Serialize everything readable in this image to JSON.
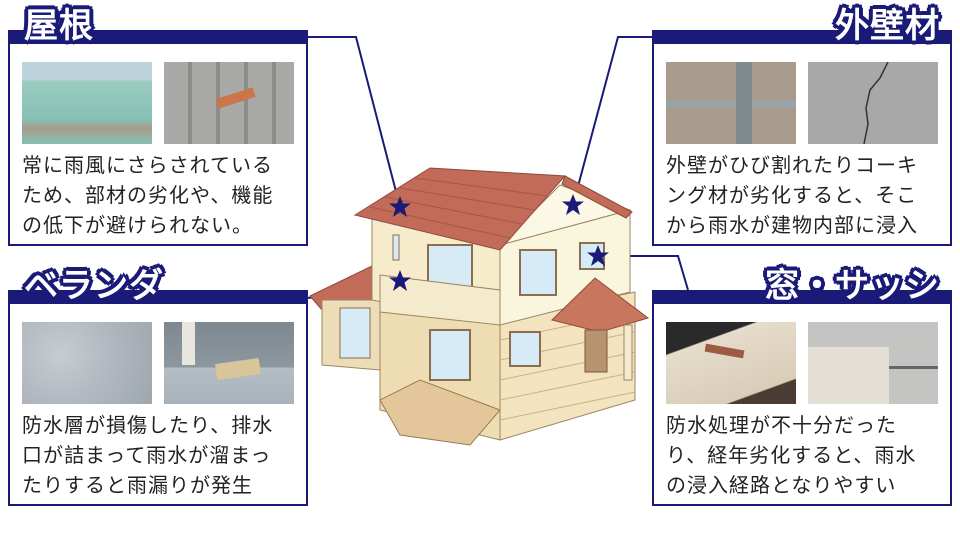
{
  "panels": {
    "roof": {
      "title": "屋根",
      "photo_1": "roof-damaged-slate-photo",
      "photo_2": "roof-broken-tile-photo",
      "lines": [
        "常に雨風にさらされている",
        "ため、部材の劣化や、機能",
        "の低下が避けられない。"
      ]
    },
    "wall": {
      "title": "外壁材",
      "photo_1": "wall-caulking-joint-photo",
      "photo_2": "wall-crack-photo",
      "lines": [
        "外壁がひび割れたりコーキ",
        "ング材が劣化すると、そこ",
        "から雨水が建物内部に浸入"
      ]
    },
    "veranda": {
      "title": "ベランダ",
      "photo_1": "veranda-peeling-waterproof-photo",
      "photo_2": "veranda-drain-photo",
      "lines": [
        "防水層が損傷したり、排水",
        "口が詰まって雨水が溜まっ",
        "たりすると雨漏りが発生"
      ]
    },
    "window": {
      "title": "窓・サッシ",
      "photo_1": "window-sill-stain-photo",
      "photo_2": "sash-frame-gap-photo",
      "lines": [
        "防水処理が不十分だった",
        "り、経年劣化すると、雨水",
        "の浸入経路となりやすい"
      ]
    }
  },
  "colors": {
    "accent": "#1a1a78",
    "roof": "#b8604f",
    "wall": "#f7f1d8",
    "siding": "#e8d3a8"
  },
  "markers": [
    "star-icon",
    "star-icon",
    "star-icon",
    "star-icon"
  ]
}
